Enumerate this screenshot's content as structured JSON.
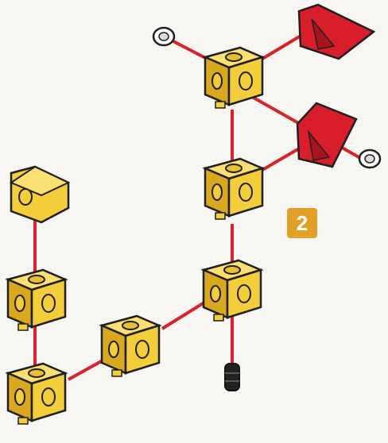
{
  "step": {
    "number": "2",
    "badge_color": "#e2a028"
  },
  "colors": {
    "connector": "#d8232a",
    "cube_face": "#f3cd3a",
    "cube_top": "#f9e070",
    "cube_side": "#d9a81f",
    "outline": "#1f1f1f",
    "red_part": "#d81e2a",
    "background": "#f7f6f2"
  },
  "parts": {
    "cubes": 7,
    "angled_end_block": 1,
    "red_flaps": 2,
    "white_caps": 2,
    "black_plug": 1
  }
}
